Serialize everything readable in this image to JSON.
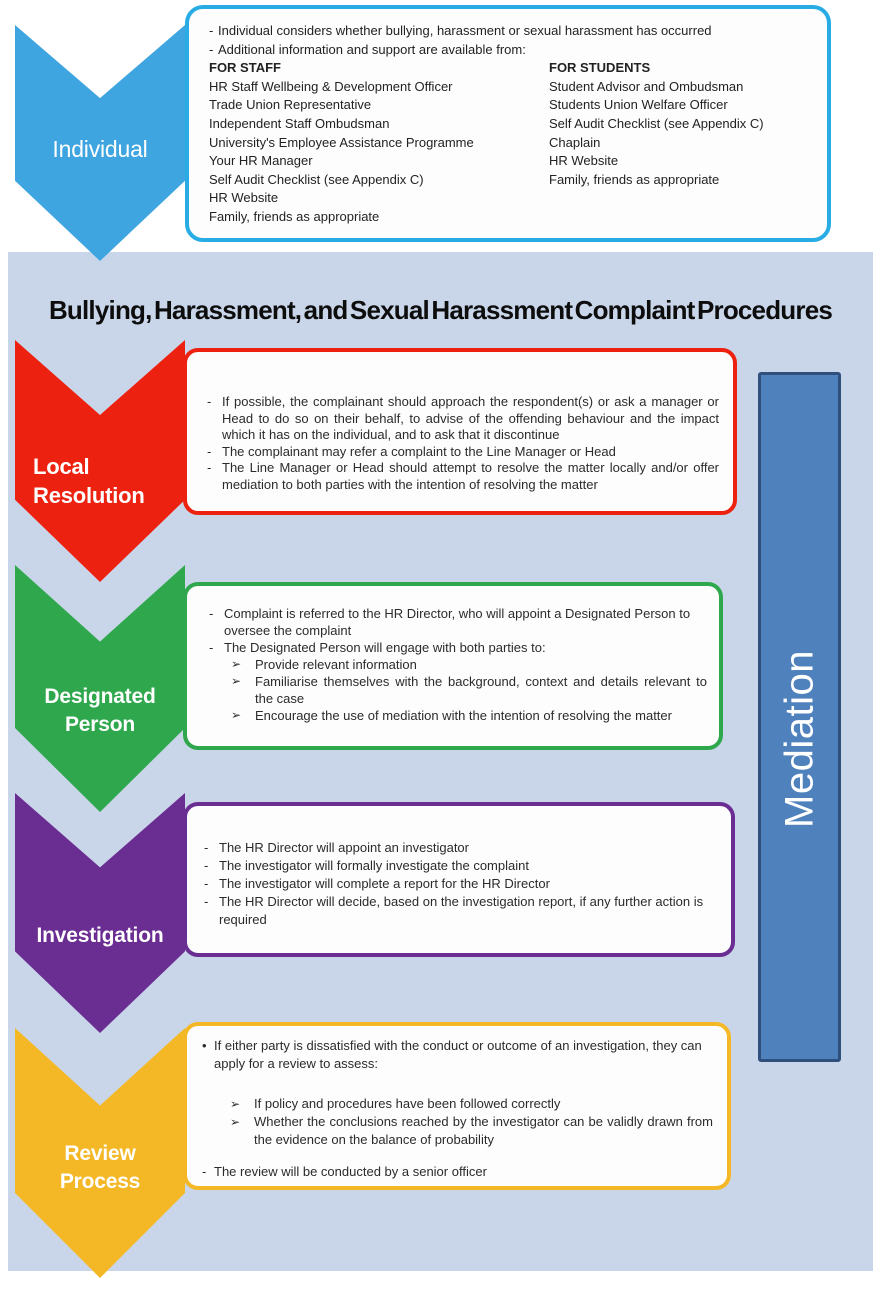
{
  "title": "Bullying, Harassment, and Sexual Harassment Complaint Procedures",
  "markers": {
    "dash": "-",
    "dot": "•",
    "arrow": "➢"
  },
  "colors": {
    "panel_background": "#c9d6e9",
    "individual_blue": "#3fa5e0",
    "info_box_border": "#29ace3",
    "local_resolution_red": "#ed2110",
    "designated_person_green": "#2fa74d",
    "investigation_purple": "#6a2d92",
    "review_process_yellow": "#f4b827",
    "mediation_fill": "#4f81bd",
    "mediation_border": "#2f4f7d"
  },
  "individual": {
    "label": "Individual",
    "bullets": [
      "Individual considers whether bullying, harassment or sexual harassment has occurred",
      "Additional information and support are available from:"
    ],
    "staff": {
      "heading": "FOR STAFF",
      "items": [
        "HR Staff Wellbeing & Development Officer",
        "Trade Union Representative",
        "Independent Staff Ombudsman",
        "University's Employee Assistance Programme",
        "Your HR Manager",
        "Self Audit Checklist (see Appendix C)",
        "HR Website",
        "Family, friends as appropriate"
      ]
    },
    "students": {
      "heading": "FOR STUDENTS",
      "items": [
        "Student Advisor and Ombudsman",
        "Students Union Welfare Officer",
        "Self Audit Checklist (see Appendix C)",
        "Chaplain",
        "HR Website",
        "Family, friends as appropriate"
      ]
    }
  },
  "stages": [
    {
      "label_lines": [
        "Local",
        "Resolution"
      ],
      "bullets": [
        "If possible, the complainant should approach the respondent(s) or ask a manager or Head to do so on their behalf, to advise of the offending behaviour and the impact which it has on the individual, and to ask that it discontinue",
        "The complainant may refer a complaint to the Line Manager or Head",
        "The Line Manager or Head should attempt to resolve the matter locally and/or offer mediation to both parties with the intention of resolving the matter"
      ]
    },
    {
      "label_lines": [
        "Designated",
        "Person"
      ],
      "bullets": [
        "Complaint is referred to the HR Director, who will appoint a Designated Person to oversee the complaint",
        "The Designated Person will engage with both parties to:"
      ],
      "sub_bullets": [
        "Provide relevant information",
        "Familiarise themselves with the background, context and details relevant to the case",
        "Encourage the use of mediation with the intention of resolving the matter"
      ]
    },
    {
      "label_lines": [
        "Investigation"
      ],
      "bullets": [
        "The HR Director will appoint an investigator",
        "The investigator will formally investigate the complaint",
        "The investigator will complete a report for the HR Director",
        "The HR Director will decide, based on the investigation report, if any further action is required"
      ]
    },
    {
      "label_lines": [
        "Review",
        "Process"
      ],
      "intro_bullet": "If either party is dissatisfied with the conduct or outcome of an investigation, they can apply for a review to assess:",
      "sub_bullets": [
        "If policy and procedures have been followed correctly",
        "Whether the conclusions reached by the investigator can be validly drawn from the evidence on the balance of probability"
      ],
      "final_bullet": "The review will be conducted by a senior officer"
    }
  ],
  "mediation": {
    "label": "Mediation"
  }
}
